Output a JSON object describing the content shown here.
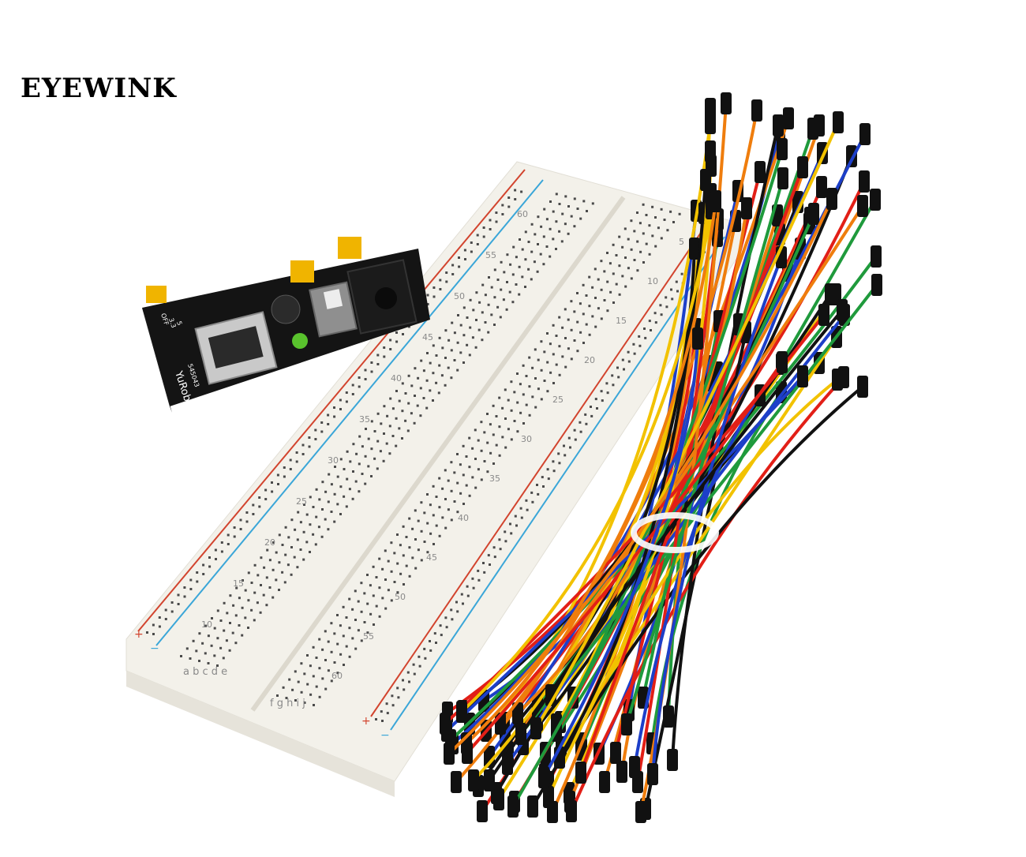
{
  "brand": {
    "text": "EYEWINK"
  },
  "power_module": {
    "brand_label": "YuRobot",
    "model_label": "545043",
    "jumper_labels": [
      "OFF",
      "3.3",
      "5"
    ]
  },
  "breadcrumb_board": {
    "row_numbers_left": [
      "10",
      "15",
      "20",
      "25",
      "30",
      "35",
      "40",
      "45",
      "50",
      "55",
      "60"
    ],
    "row_numbers_right": [
      "5",
      "10",
      "15",
      "20",
      "25",
      "30",
      "35",
      "40",
      "45",
      "50",
      "55",
      "60"
    ],
    "col_letters_left": "a b c d e",
    "col_letters_right": "f g h i j",
    "rail_plus": "+",
    "rail_minus": "−"
  },
  "colors": {
    "wire_colors": [
      "#111111",
      "#f2c200",
      "#ef7d0d",
      "#1d3fc9",
      "#1f9a3c",
      "#e21f17"
    ],
    "pcb": "#141414",
    "board": "#f3f1ea",
    "rail_red": "#d2442e",
    "rail_blue": "#3aa6d8"
  }
}
